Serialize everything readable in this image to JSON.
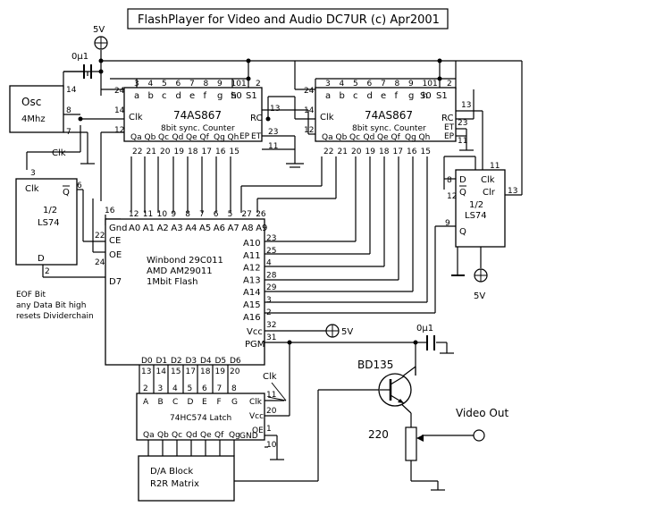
{
  "title": "FlashPlayer for Video and Audio    DC7UR (c) Apr2001",
  "supply": {
    "v5": "5V",
    "cap": "0μ1"
  },
  "osc": {
    "name": "Osc",
    "freq": "4Mhz",
    "clk_note": "Clk",
    "pin14": "14",
    "pin8": "8",
    "pin7": "7"
  },
  "counter1": {
    "name": "74AS867",
    "desc": "8bit sync. Counter",
    "inputs": [
      "a",
      "b",
      "c",
      "d",
      "e",
      "f",
      "g",
      "h"
    ],
    "input_pins": [
      "3",
      "4",
      "5",
      "6",
      "7",
      "8",
      "9",
      "10"
    ],
    "s0": "S0",
    "s1": "S1",
    "s_pins": [
      "1",
      "2"
    ],
    "outputs": [
      "Qa",
      "Qb",
      "Qc",
      "Qd",
      "Qe",
      "Qf",
      "Qg",
      "Qh"
    ],
    "output_pins": [
      "22",
      "21",
      "20",
      "19",
      "18",
      "17",
      "16",
      "15"
    ],
    "clk": "Clk",
    "rc": "RC",
    "ep": "EP",
    "et": "ET",
    "pin24": "24",
    "pin14": "14",
    "pin12": "12",
    "pin13": "13",
    "pin23": "23",
    "pin11": "11"
  },
  "counter2": {
    "name": "74AS867",
    "desc": "8bit sync. Counter",
    "inputs": [
      "a",
      "b",
      "c",
      "d",
      "e",
      "f",
      "g",
      "h"
    ],
    "input_pins": [
      "3",
      "4",
      "5",
      "6",
      "7",
      "8",
      "9",
      "10"
    ],
    "s0": "S0",
    "s1": "S1",
    "s_pins": [
      "1",
      "2"
    ],
    "outputs": [
      "Qa",
      "Qb",
      "Qc",
      "Qd",
      "Qe",
      "Qf",
      "Qg",
      "Qh"
    ],
    "output_pins": [
      "22",
      "21",
      "20",
      "19",
      "18",
      "17",
      "16",
      "15"
    ],
    "clk": "Clk",
    "rc": "RC",
    "ep": "EP",
    "et": "ET",
    "pin24": "24",
    "pin14": "14",
    "pin12": "12",
    "pin13": "13",
    "pin23": "23",
    "pin11": "11"
  },
  "ff_left": {
    "half": "1/2",
    "name": "LS74",
    "clk": "Clk",
    "q_bar": "Q",
    "d": "D",
    "pins": [
      "3",
      "6",
      "2"
    ]
  },
  "ff_right": {
    "half": "1/2",
    "name": "LS74",
    "d": "D",
    "q_bar": "Q",
    "q": "Q",
    "clk": "Clk",
    "clr": "Clr",
    "pins": [
      "8",
      "12",
      "11",
      "13",
      "9"
    ]
  },
  "flash": {
    "line1": "Winbond 29C011",
    "line2": "AMD AM29011",
    "line3": "1Mbit Flash",
    "gnd": "Gnd",
    "ce": "CE",
    "oe": "OE",
    "d7": "D7",
    "left_pins": [
      "16",
      "22",
      "24"
    ],
    "addr_top": [
      "A0",
      "A1",
      "A2",
      "A3",
      "A4",
      "A5",
      "A6",
      "A7",
      "A8",
      "A9"
    ],
    "addr_top_pins": [
      "12",
      "11",
      "10",
      "9",
      "8",
      "7",
      "6",
      "5",
      "27",
      "26"
    ],
    "addr_right": [
      "A10",
      "A11",
      "A12",
      "A13",
      "A14",
      "A15",
      "A16"
    ],
    "addr_right_pins": [
      "23",
      "25",
      "4",
      "28",
      "29",
      "3",
      "2"
    ],
    "vcc": "Vcc",
    "pgm": "PGM",
    "vcc_pin": "32",
    "pgm_pin": "31",
    "data": [
      "D0",
      "D1",
      "D2",
      "D3",
      "D4",
      "D5",
      "D6"
    ],
    "data_pins": [
      "13",
      "14",
      "15",
      "17",
      "18",
      "19",
      "20"
    ]
  },
  "eof_note": [
    "EOF Bit",
    "any Data Bit high",
    "resets Dividerchain"
  ],
  "latch": {
    "name": "74HC574 Latch",
    "inputs": [
      "A",
      "B",
      "C",
      "D",
      "E",
      "F",
      "G"
    ],
    "input_pins": [
      "2",
      "3",
      "4",
      "5",
      "6",
      "7",
      "8"
    ],
    "clk": "Clk",
    "vcc": "Vcc",
    "oe": "OE",
    "gnd": "GND",
    "clk_pin": "11",
    "vcc_pin": "20",
    "oe_pin": "1",
    "gnd_pin": "10",
    "outputs": [
      "Qa",
      "Qb",
      "Qc",
      "Qd",
      "Qe",
      "Qf",
      "Qg"
    ],
    "clk_note": "Clk"
  },
  "dac": {
    "line1": "D/A Block",
    "line2": "R2R Matrix"
  },
  "transistor": {
    "name": "BD135"
  },
  "resistor": {
    "value": "220"
  },
  "video_out": "Video Out"
}
